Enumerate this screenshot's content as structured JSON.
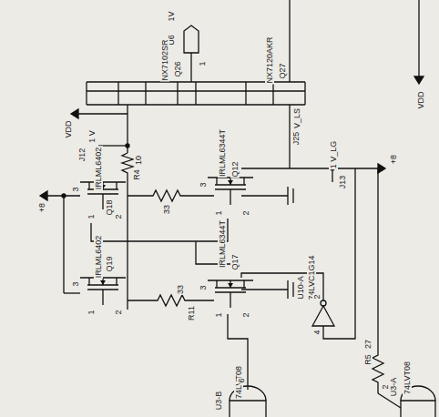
{
  "diagram": {
    "labels": [
      "U6",
      "1V",
      "1",
      "Q26",
      "NX7102SR",
      "Q27",
      "NX7120AKR",
      "VDD",
      "J12",
      "1 V",
      "R4",
      "10",
      "Q18",
      "IRLML6402",
      "+8",
      "33",
      "IRLML6344T",
      "Q12",
      "J13",
      "1 V_LG",
      "+8",
      "J25",
      "V_LS",
      "Q19",
      "IRLML6402",
      "R11",
      "33",
      "Q17",
      "IRLML6344T",
      "U10-A",
      "74LVC1G14",
      "R5",
      "27",
      "U3-A",
      "74LVT08",
      "U3-B",
      "74LVT08",
      "VDD",
      "6",
      "4",
      "2",
      "2",
      "3",
      "1",
      "2",
      "3",
      "1",
      "2",
      "3",
      "1",
      "2",
      "3",
      "1",
      "2"
    ]
  }
}
